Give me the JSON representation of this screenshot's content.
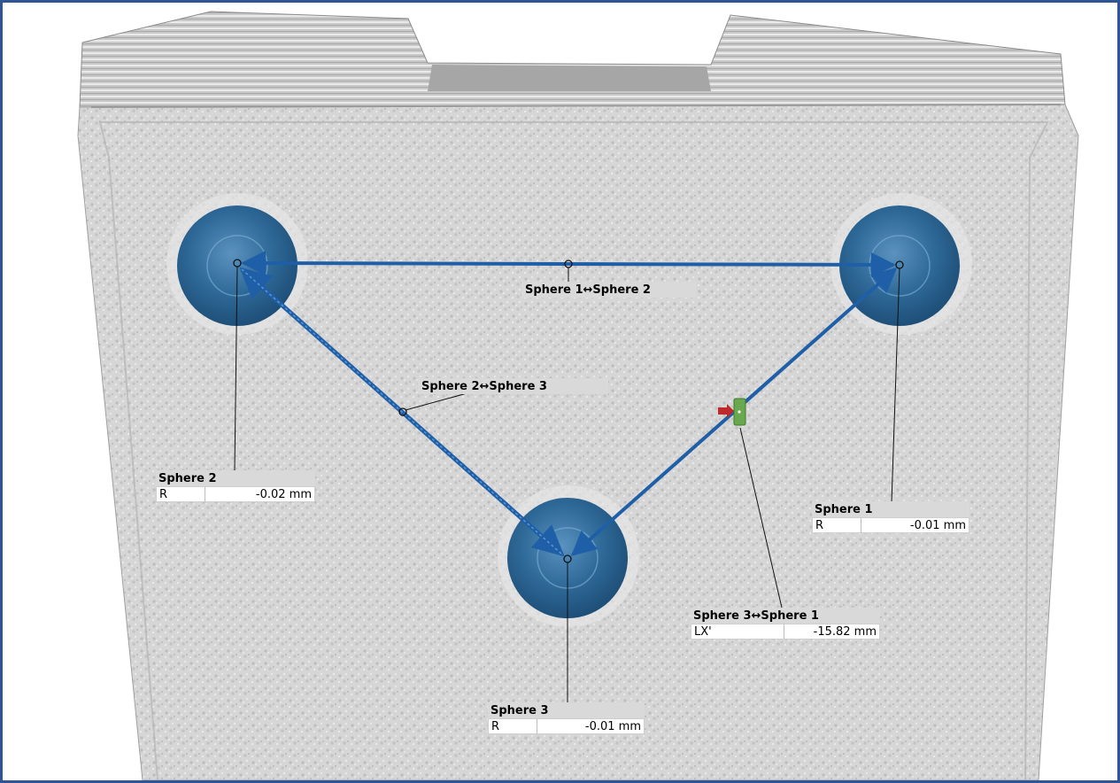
{
  "viewport": {
    "background": "#ffffff",
    "frame_color": "#2f5597",
    "model_color": "#d4d4d4",
    "sphere_color": "#2f6a99",
    "measure_line_color": "#1f5fa8"
  },
  "distance_labels": {
    "s1_s2": "Sphere 1↔Sphere 2",
    "s2_s3": "Sphere 2↔Sphere 3"
  },
  "measurements": {
    "sphere2": {
      "title": "Sphere 2",
      "key": "R",
      "value": "-0.02 mm"
    },
    "sphere1": {
      "title": "Sphere 1",
      "key": "R",
      "value": "-0.01 mm"
    },
    "sphere3": {
      "title": "Sphere 3",
      "key": "R",
      "value": "-0.01 mm"
    },
    "s3_s1": {
      "title": "Sphere 3↔Sphere 1",
      "key": "LX'",
      "value": "-15.82 mm"
    }
  }
}
